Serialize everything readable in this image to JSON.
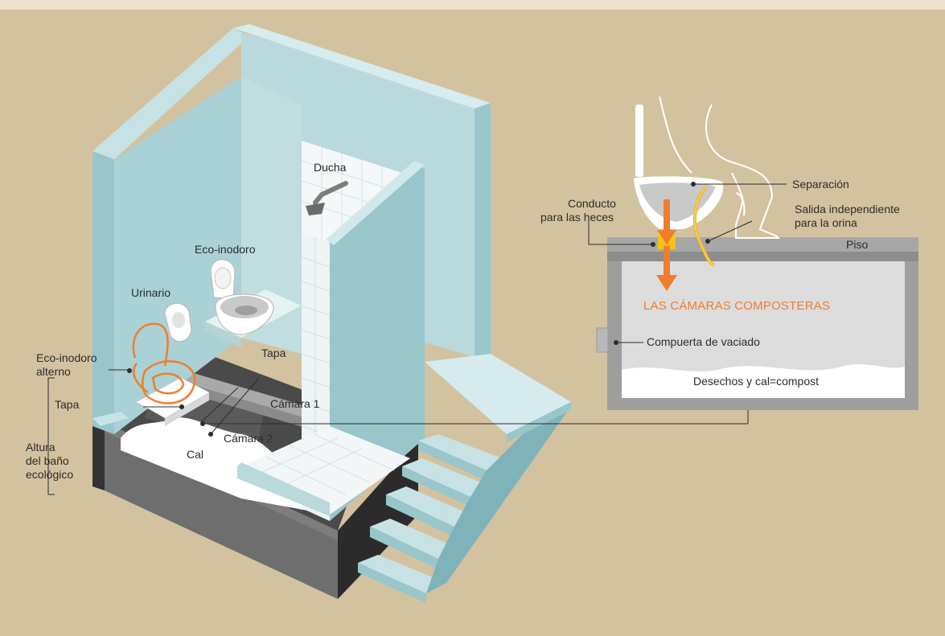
{
  "labels": {
    "ducha": "Ducha",
    "eco_inodoro": "Eco-inodoro",
    "urinario": "Urinario",
    "tapa_1": "Tapa",
    "eco_inodoro_alterno_1": "Eco-inodoro",
    "eco_inodoro_alterno_2": "alterno",
    "tapa_2": "Tapa",
    "camara_1": "Cámara 1",
    "camara_2": "Cámara 2",
    "cal": "Cal",
    "altura_1": "Altura",
    "altura_2": "del baño",
    "altura_3": "ecológico",
    "separacion": "Separación",
    "conducto_1": "Conducto",
    "conducto_2": "para las heces",
    "salida_1": "Salida independiente",
    "salida_2": "para la orina",
    "piso": "Piso",
    "camaras_composteras": "LAS CÁMARAS COMPOSTERAS",
    "compuerta": "Compuerta de vaciado",
    "desechos": "Desechos y cal=compost"
  },
  "colors": {
    "background": "#d3c29f",
    "wall_light": "#b9d9dc",
    "wall_mid": "#98c6cb",
    "wall_dark": "#7fb3ba",
    "chamber_dark": "#3d3d3d",
    "chamber_mid": "#6e6e6e",
    "accent_orange": "#ef7d2d"
  }
}
